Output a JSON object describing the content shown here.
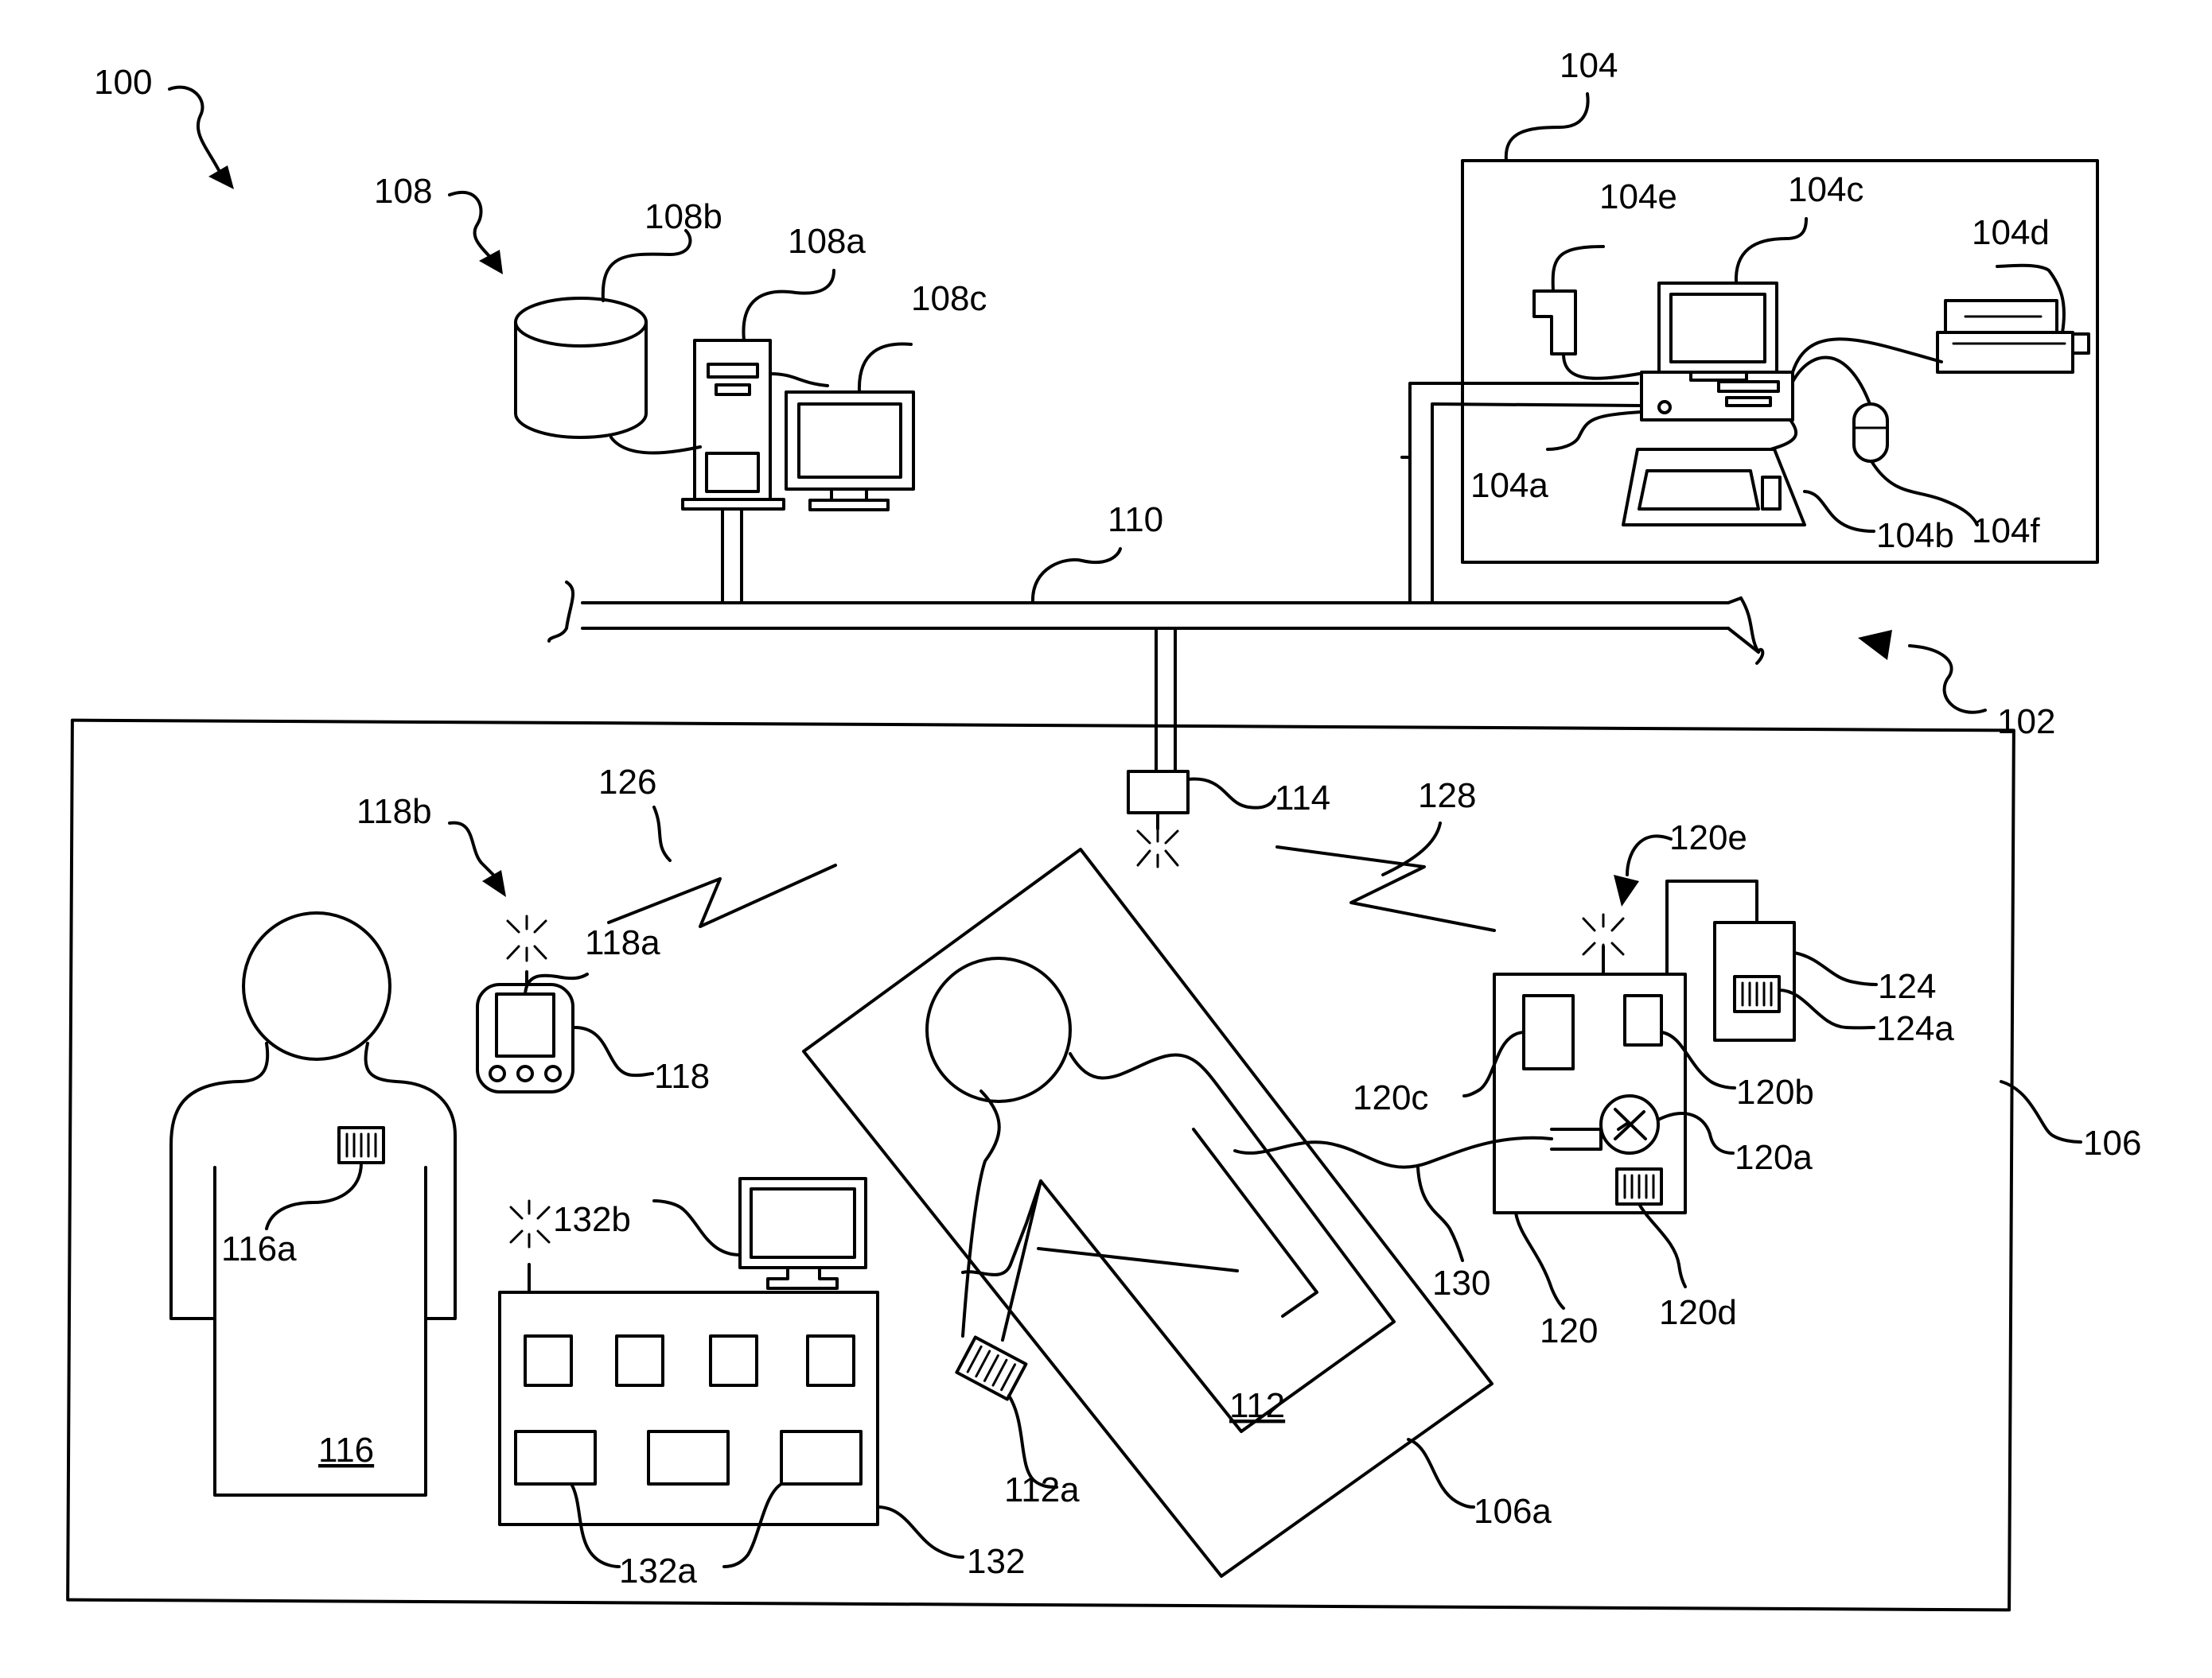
{
  "labels": {
    "system": "100",
    "network": "102",
    "remote_station": "104",
    "remote_computer": "104a",
    "remote_keyboard": "104b",
    "remote_monitor": "104c",
    "remote_printer": "104d",
    "remote_scanner": "104e",
    "remote_mouse": "104f",
    "patient_room": "106",
    "bed": "106a",
    "server_system": "108",
    "server": "108a",
    "database": "108b",
    "server_monitor": "108c",
    "bus": "110",
    "patient": "112",
    "wristband": "112a",
    "access_point": "114",
    "caregiver": "116",
    "caregiver_badge": "116a",
    "handheld": "118",
    "handheld_screen": "118a",
    "handheld_antenna": "118b",
    "pump": "120",
    "pump_motor": "120a",
    "pump_display_b": "120b",
    "pump_display_c": "120c",
    "pump_tag": "120d",
    "pump_antenna": "120e",
    "med_container": "124",
    "med_tag": "124a",
    "wireless_link_a": "126",
    "wireless_link_b": "128",
    "iv_line": "130",
    "monitor_unit": "132",
    "monitor_unit_displays": "132a",
    "monitor_unit_antenna": "132b"
  }
}
